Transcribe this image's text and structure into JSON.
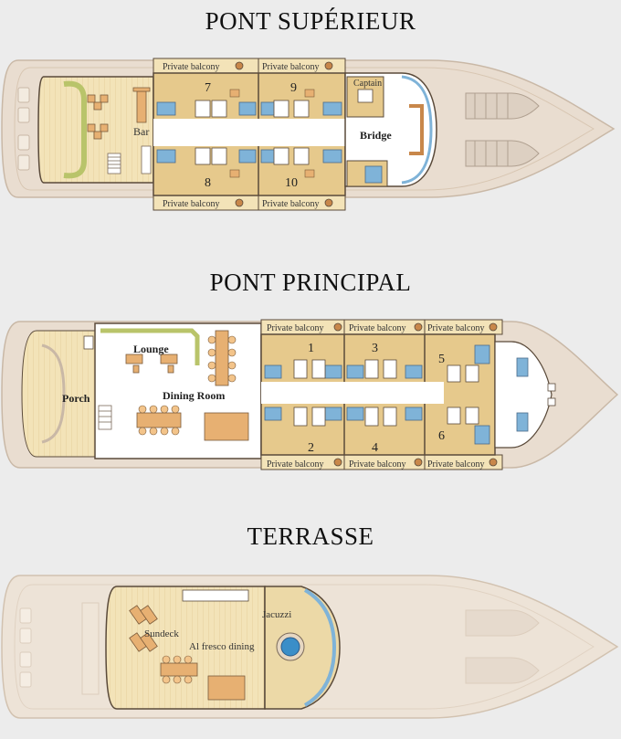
{
  "decks": {
    "upper": {
      "title": "PONT SUPÉRIEUR",
      "balcony_top_left": "Private balcony",
      "balcony_top_right": "Private balcony",
      "balcony_bottom_left": "Private balcony",
      "balcony_bottom_right": "Private balcony",
      "cabin_7": "7",
      "cabin_8": "8",
      "cabin_9": "9",
      "cabin_10": "10",
      "bar": "Bar",
      "captain": "Captain",
      "bridge": "Bridge"
    },
    "main": {
      "title": "PONT PRINCIPAL",
      "balcony_top_1": "Private balcony",
      "balcony_top_2": "Private balcony",
      "balcony_top_3": "Private balcony",
      "balcony_bottom_1": "Private balcony",
      "balcony_bottom_2": "Private balcony",
      "balcony_bottom_3": "Private balcony",
      "cabin_1": "1",
      "cabin_2": "2",
      "cabin_3": "3",
      "cabin_4": "4",
      "cabin_5": "5",
      "cabin_6": "6",
      "lounge": "Lounge",
      "dining_room": "Dining Room",
      "porch": "Porch"
    },
    "terrace": {
      "title": "TERRASSE",
      "sundeck": "Sundeck",
      "al_fresco": "Al fresco dining",
      "jacuzzi": "Jacuzzi"
    }
  },
  "colors": {
    "hull": "#e9ddd0",
    "hull_edge": "#c9b8a6",
    "deck_floor": "#f3e3b8",
    "cabin_floor": "#e6c98c",
    "corridor": "#ffffff",
    "bathroom": "#7fb3d8",
    "furniture": "#e7b072",
    "wall": "#5a4a3a",
    "tender": "#e0d0c0"
  }
}
